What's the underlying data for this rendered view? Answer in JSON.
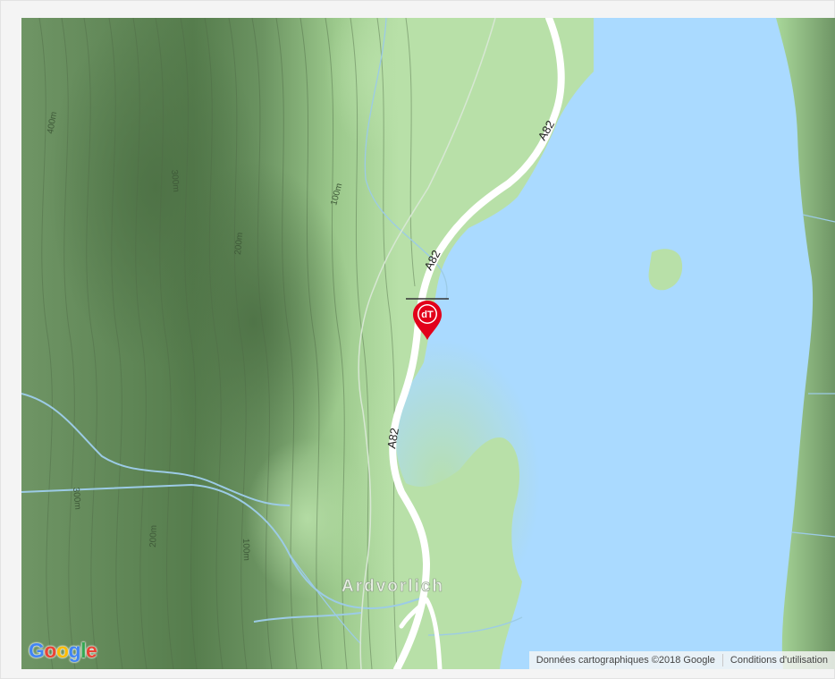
{
  "map": {
    "place_label": "Ardvorlich",
    "road_labels": [
      "A82",
      "A82",
      "A82"
    ],
    "contour_labels": [
      "400m",
      "300m",
      "200m",
      "100m",
      "300m",
      "200m",
      "100m"
    ],
    "attribution": {
      "data_text": "Données cartographiques ©2018 Google",
      "terms_text": "Conditions d'utilisation"
    },
    "logo_letters": [
      "G",
      "o",
      "o",
      "g",
      "l",
      "e"
    ],
    "marker_text": "dT",
    "colors": {
      "water": "#aadaff",
      "land_light": "#b8e0a8",
      "land_dark": "#5f8556",
      "road": "#ffffff",
      "marker": "#e2001a"
    },
    "icons": [
      "google-logo",
      "map-pin-icon"
    ]
  }
}
